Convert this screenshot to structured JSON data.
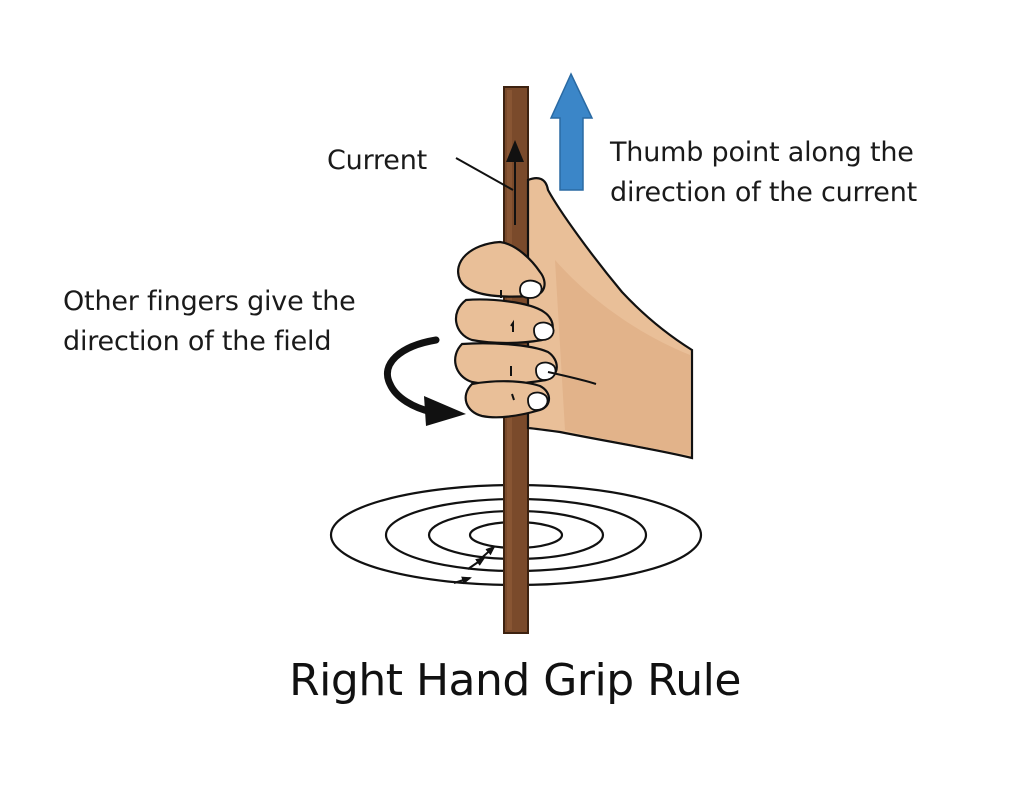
{
  "labels": {
    "current": "Current",
    "thumb_line1": "Thumb point along the",
    "thumb_line2": "direction of the current",
    "fingers_line1": "Other fingers give the",
    "fingers_line2": "direction of the field",
    "title": "Right Hand Grip Rule"
  },
  "colors": {
    "rod": "#7a4a2b",
    "rod_edge": "#3d2210",
    "skin": "#e9bf98",
    "skin_shade": "#d9a47a",
    "thumb_arrow": "#3b86c8",
    "ink": "#111111"
  },
  "icons": {
    "thumb_arrow": "up-arrow-icon",
    "rotation_arrow": "curved-arrow-icon"
  }
}
